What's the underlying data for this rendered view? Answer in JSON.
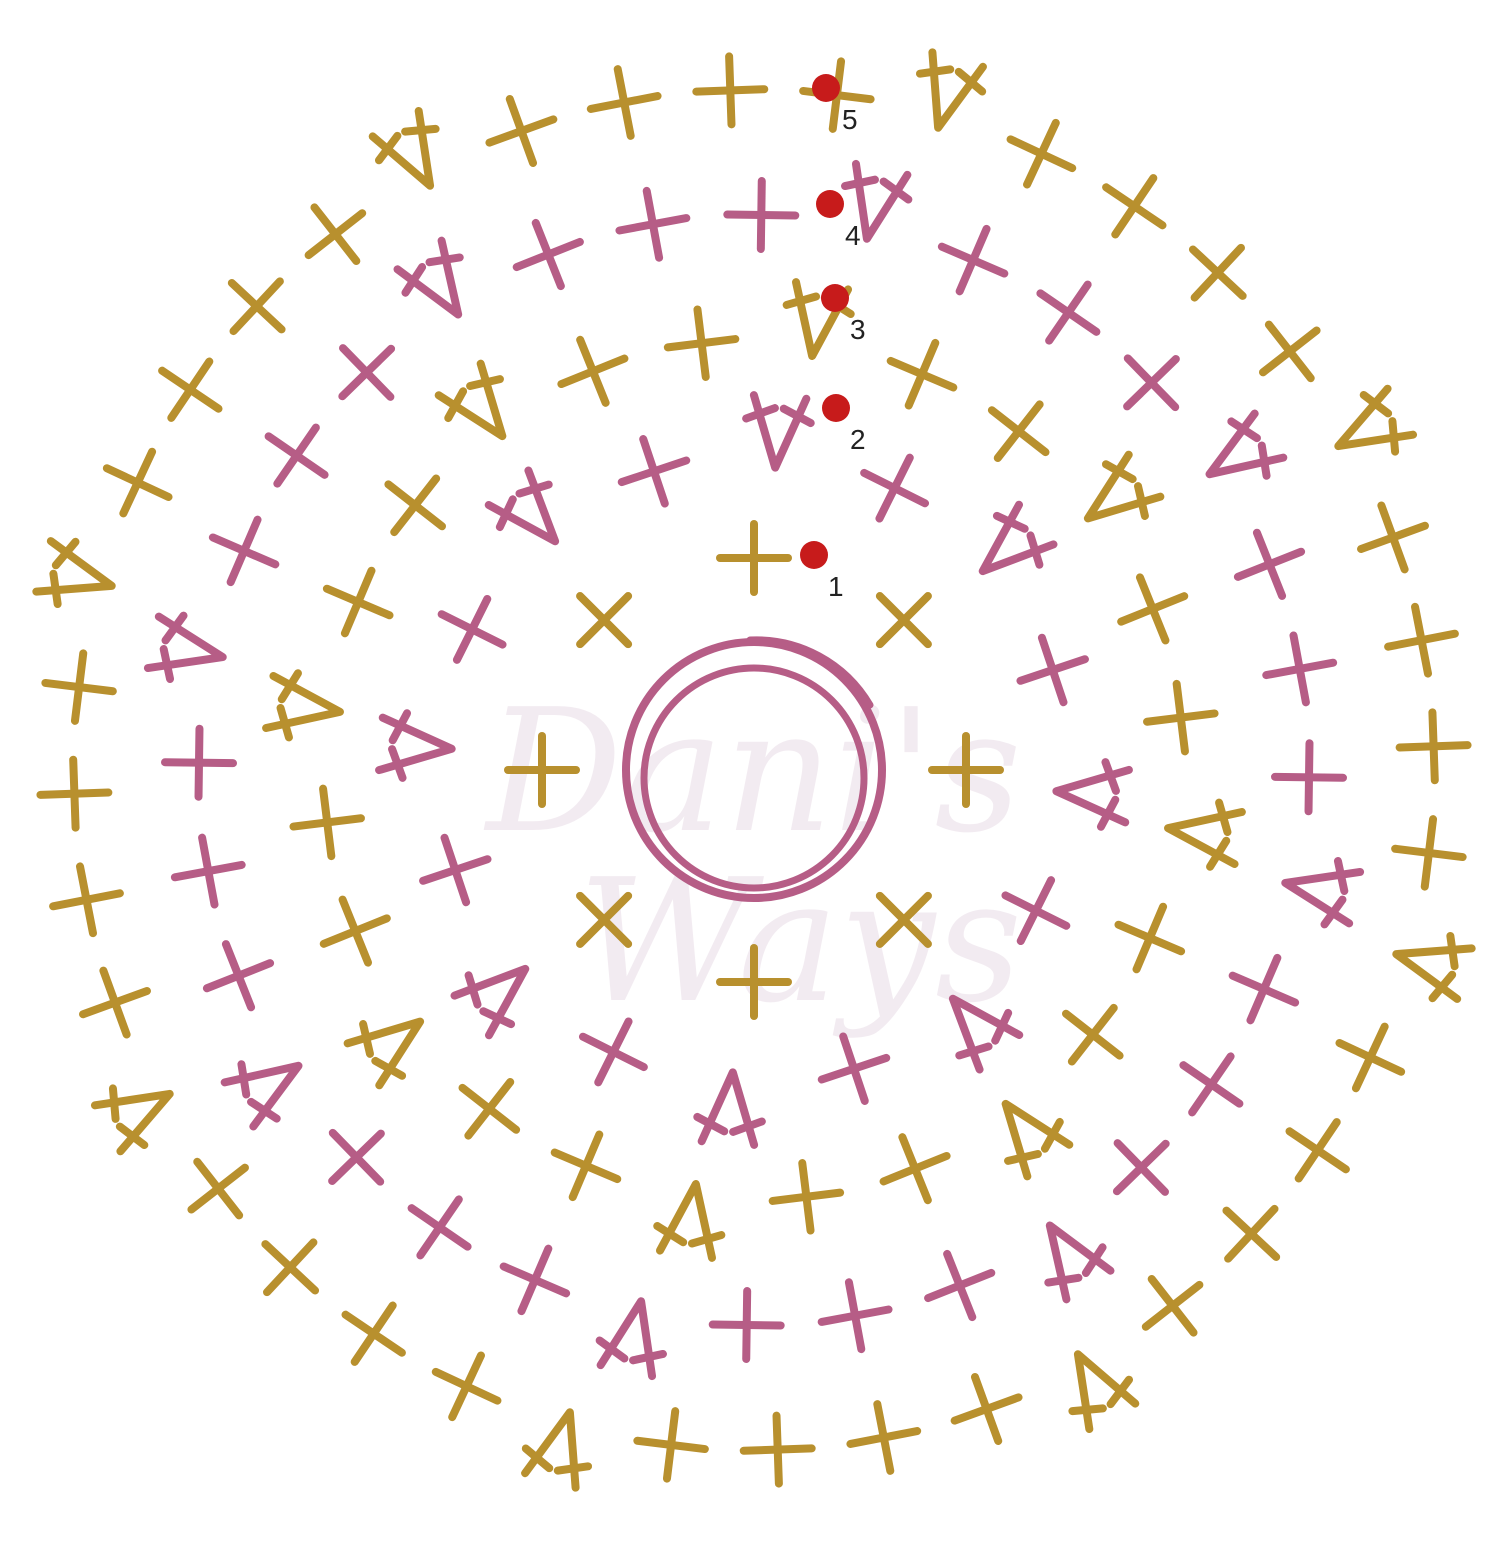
{
  "title": "",
  "watermark": {
    "line1": "Dani's",
    "line2": "Ways"
  },
  "colors": {
    "pink": "#b65d86",
    "gold": "#b8902e",
    "marker": "#c71b1b",
    "label": "#222222",
    "background": "#ffffff"
  },
  "round_markers": [
    {
      "label": "1"
    },
    {
      "label": "2"
    },
    {
      "label": "3"
    },
    {
      "label": "4"
    },
    {
      "label": "5"
    }
  ],
  "stitch_pattern": {
    "center": "magic ring",
    "increase_wedges": 8,
    "rounds": 5,
    "color_sequence": [
      "gold",
      "pink",
      "gold",
      "pink",
      "gold"
    ]
  }
}
